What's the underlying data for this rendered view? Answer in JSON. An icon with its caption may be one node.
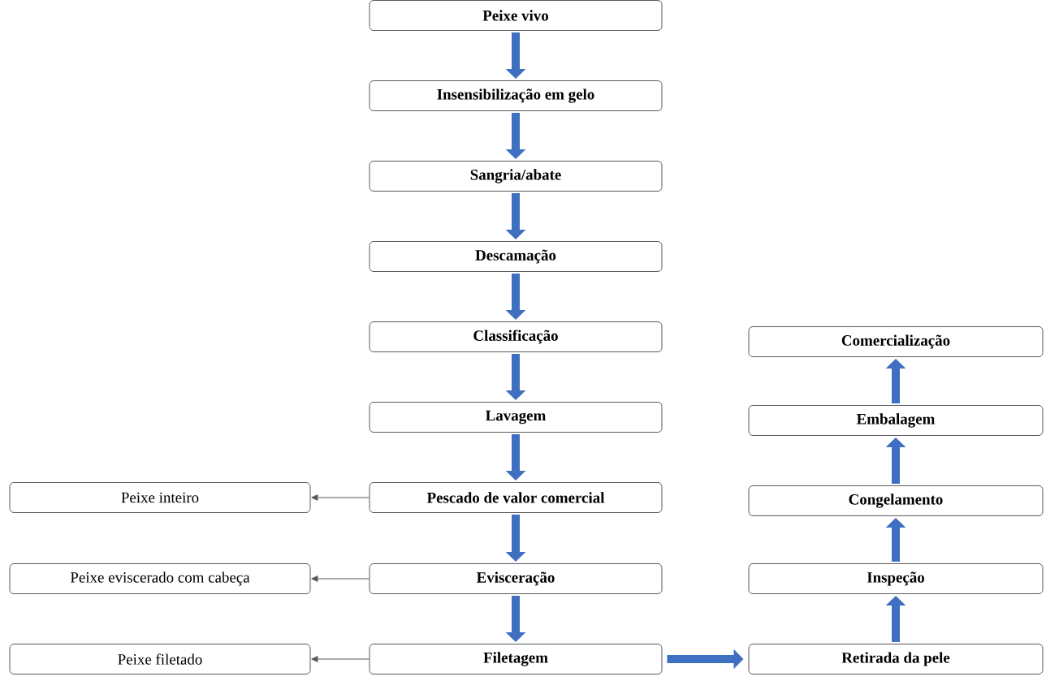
{
  "diagram": {
    "nodes": [
      {
        "text": [
          "Peixe vivo"
        ]
      },
      {
        "text": [
          "Insensibilização em gelo"
        ]
      },
      {
        "text": [
          "Sangria/abate"
        ]
      },
      {
        "text": [
          "Descamação"
        ]
      },
      {
        "text": [
          "Classificação"
        ]
      },
      {
        "text": [
          "Lavagem"
        ]
      },
      {
        "text": [
          "Pescado de valor comercial"
        ]
      },
      {
        "text": [
          "Evisceração"
        ]
      },
      {
        "text": [
          "Filetagem"
        ]
      },
      {
        "text": [
          "Peixe inteiro"
        ]
      },
      {
        "text": [
          "Peixe eviscerado com cabeça"
        ]
      },
      {
        "text": [
          "Peixe filetado"
        ]
      },
      {
        "text": [
          "Comercialização"
        ]
      },
      {
        "text": [
          "Embalagem"
        ]
      },
      {
        "text": [
          "Congelamento"
        ]
      },
      {
        "text": [
          "Inspeção"
        ]
      },
      {
        "text": [
          "Retirada da pele"
        ]
      }
    ],
    "edges": [
      {
        "from": 0,
        "to": 1,
        "arrow": "to"
      },
      {
        "from": 1,
        "to": 2,
        "arrow": "to"
      },
      {
        "from": 2,
        "to": 3,
        "arrow": "to"
      },
      {
        "from": 3,
        "to": 4,
        "arrow": "to"
      },
      {
        "from": 4,
        "to": 5,
        "arrow": "to"
      },
      {
        "from": 5,
        "to": 6,
        "arrow": "to"
      },
      {
        "from": 6,
        "to": 7,
        "arrow": "to"
      },
      {
        "from": 7,
        "to": 8,
        "arrow": "to"
      },
      {
        "from": 6,
        "to": 9,
        "arrow": "to",
        "color": "#595959"
      },
      {
        "from": 7,
        "to": 10,
        "arrow": "to",
        "color": "#595959"
      },
      {
        "from": 8,
        "to": 11,
        "arrow": "to",
        "color": "#595959"
      },
      {
        "from": 8,
        "to": 16,
        "arrow": "to"
      },
      {
        "from": 16,
        "to": 15,
        "arrow": "to"
      },
      {
        "from": 15,
        "to": 14,
        "arrow": "to"
      },
      {
        "from": 14,
        "to": 13,
        "arrow": "to"
      },
      {
        "from": 13,
        "to": 12,
        "arrow": "to"
      }
    ]
  }
}
